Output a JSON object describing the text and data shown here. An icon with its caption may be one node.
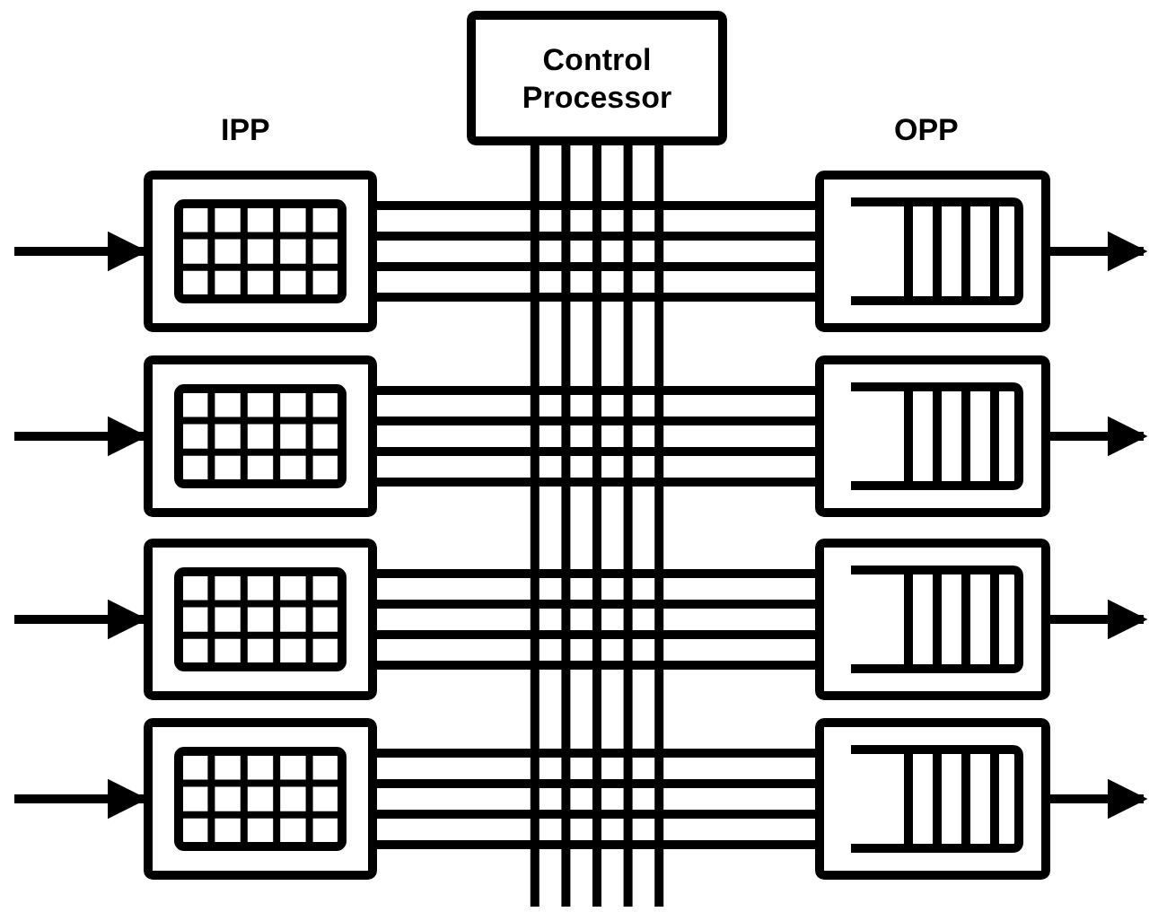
{
  "diagram": {
    "nodes": [
      {
        "text": [
          "Control Processor"
        ]
      },
      {
        "text": [],
        "shape": "box"
      },
      {
        "text": [],
        "shape": "box"
      },
      {
        "text": [],
        "shape": "box"
      },
      {
        "text": [],
        "shape": "box"
      },
      {
        "text": [],
        "shape": "box"
      },
      {
        "text": [],
        "shape": "box"
      },
      {
        "text": [],
        "shape": "box"
      },
      {
        "text": [],
        "shape": "box"
      }
    ],
    "edges": [
      {
        "from": null,
        "to": 1,
        "arrow": "to"
      },
      {
        "from": null,
        "to": 2,
        "arrow": "to"
      },
      {
        "from": null,
        "to": 3,
        "arrow": "to"
      },
      {
        "from": null,
        "to": 4,
        "arrow": "to"
      },
      {
        "from": 1,
        "to": 5,
        "arrow": "none"
      },
      {
        "from": 1,
        "to": 5,
        "arrow": "none"
      },
      {
        "from": 1,
        "to": 5,
        "arrow": "none"
      },
      {
        "from": 1,
        "to": 5,
        "arrow": "none"
      },
      {
        "from": 2,
        "to": 6,
        "arrow": "none"
      },
      {
        "from": 2,
        "to": 6,
        "arrow": "none"
      },
      {
        "from": 2,
        "to": 6,
        "arrow": "none"
      },
      {
        "from": 2,
        "to": 6,
        "arrow": "none"
      },
      {
        "from": 3,
        "to": 7,
        "arrow": "none"
      },
      {
        "from": 3,
        "to": 7,
        "arrow": "none"
      },
      {
        "from": 3,
        "to": 7,
        "arrow": "none"
      },
      {
        "from": 3,
        "to": 7,
        "arrow": "none"
      },
      {
        "from": 4,
        "to": 8,
        "arrow": "none"
      },
      {
        "from": 4,
        "to": 8,
        "arrow": "none"
      },
      {
        "from": 4,
        "to": 8,
        "arrow": "none"
      },
      {
        "from": 4,
        "to": 8,
        "arrow": "none"
      },
      {
        "from": 0,
        "to": null,
        "arrow": "none"
      },
      {
        "from": 0,
        "to": null,
        "arrow": "none"
      },
      {
        "from": 0,
        "to": null,
        "arrow": "none"
      },
      {
        "from": 0,
        "to": null,
        "arrow": "none"
      },
      {
        "from": 0,
        "to": null,
        "arrow": "none"
      },
      {
        "from": 5,
        "to": null,
        "arrow": "to"
      },
      {
        "from": 6,
        "to": null,
        "arrow": "to"
      },
      {
        "from": 7,
        "to": null,
        "arrow": "to"
      },
      {
        "from": 8,
        "to": null,
        "arrow": "to"
      }
    ],
    "labels": [
      "IPP",
      "OPP"
    ]
  }
}
